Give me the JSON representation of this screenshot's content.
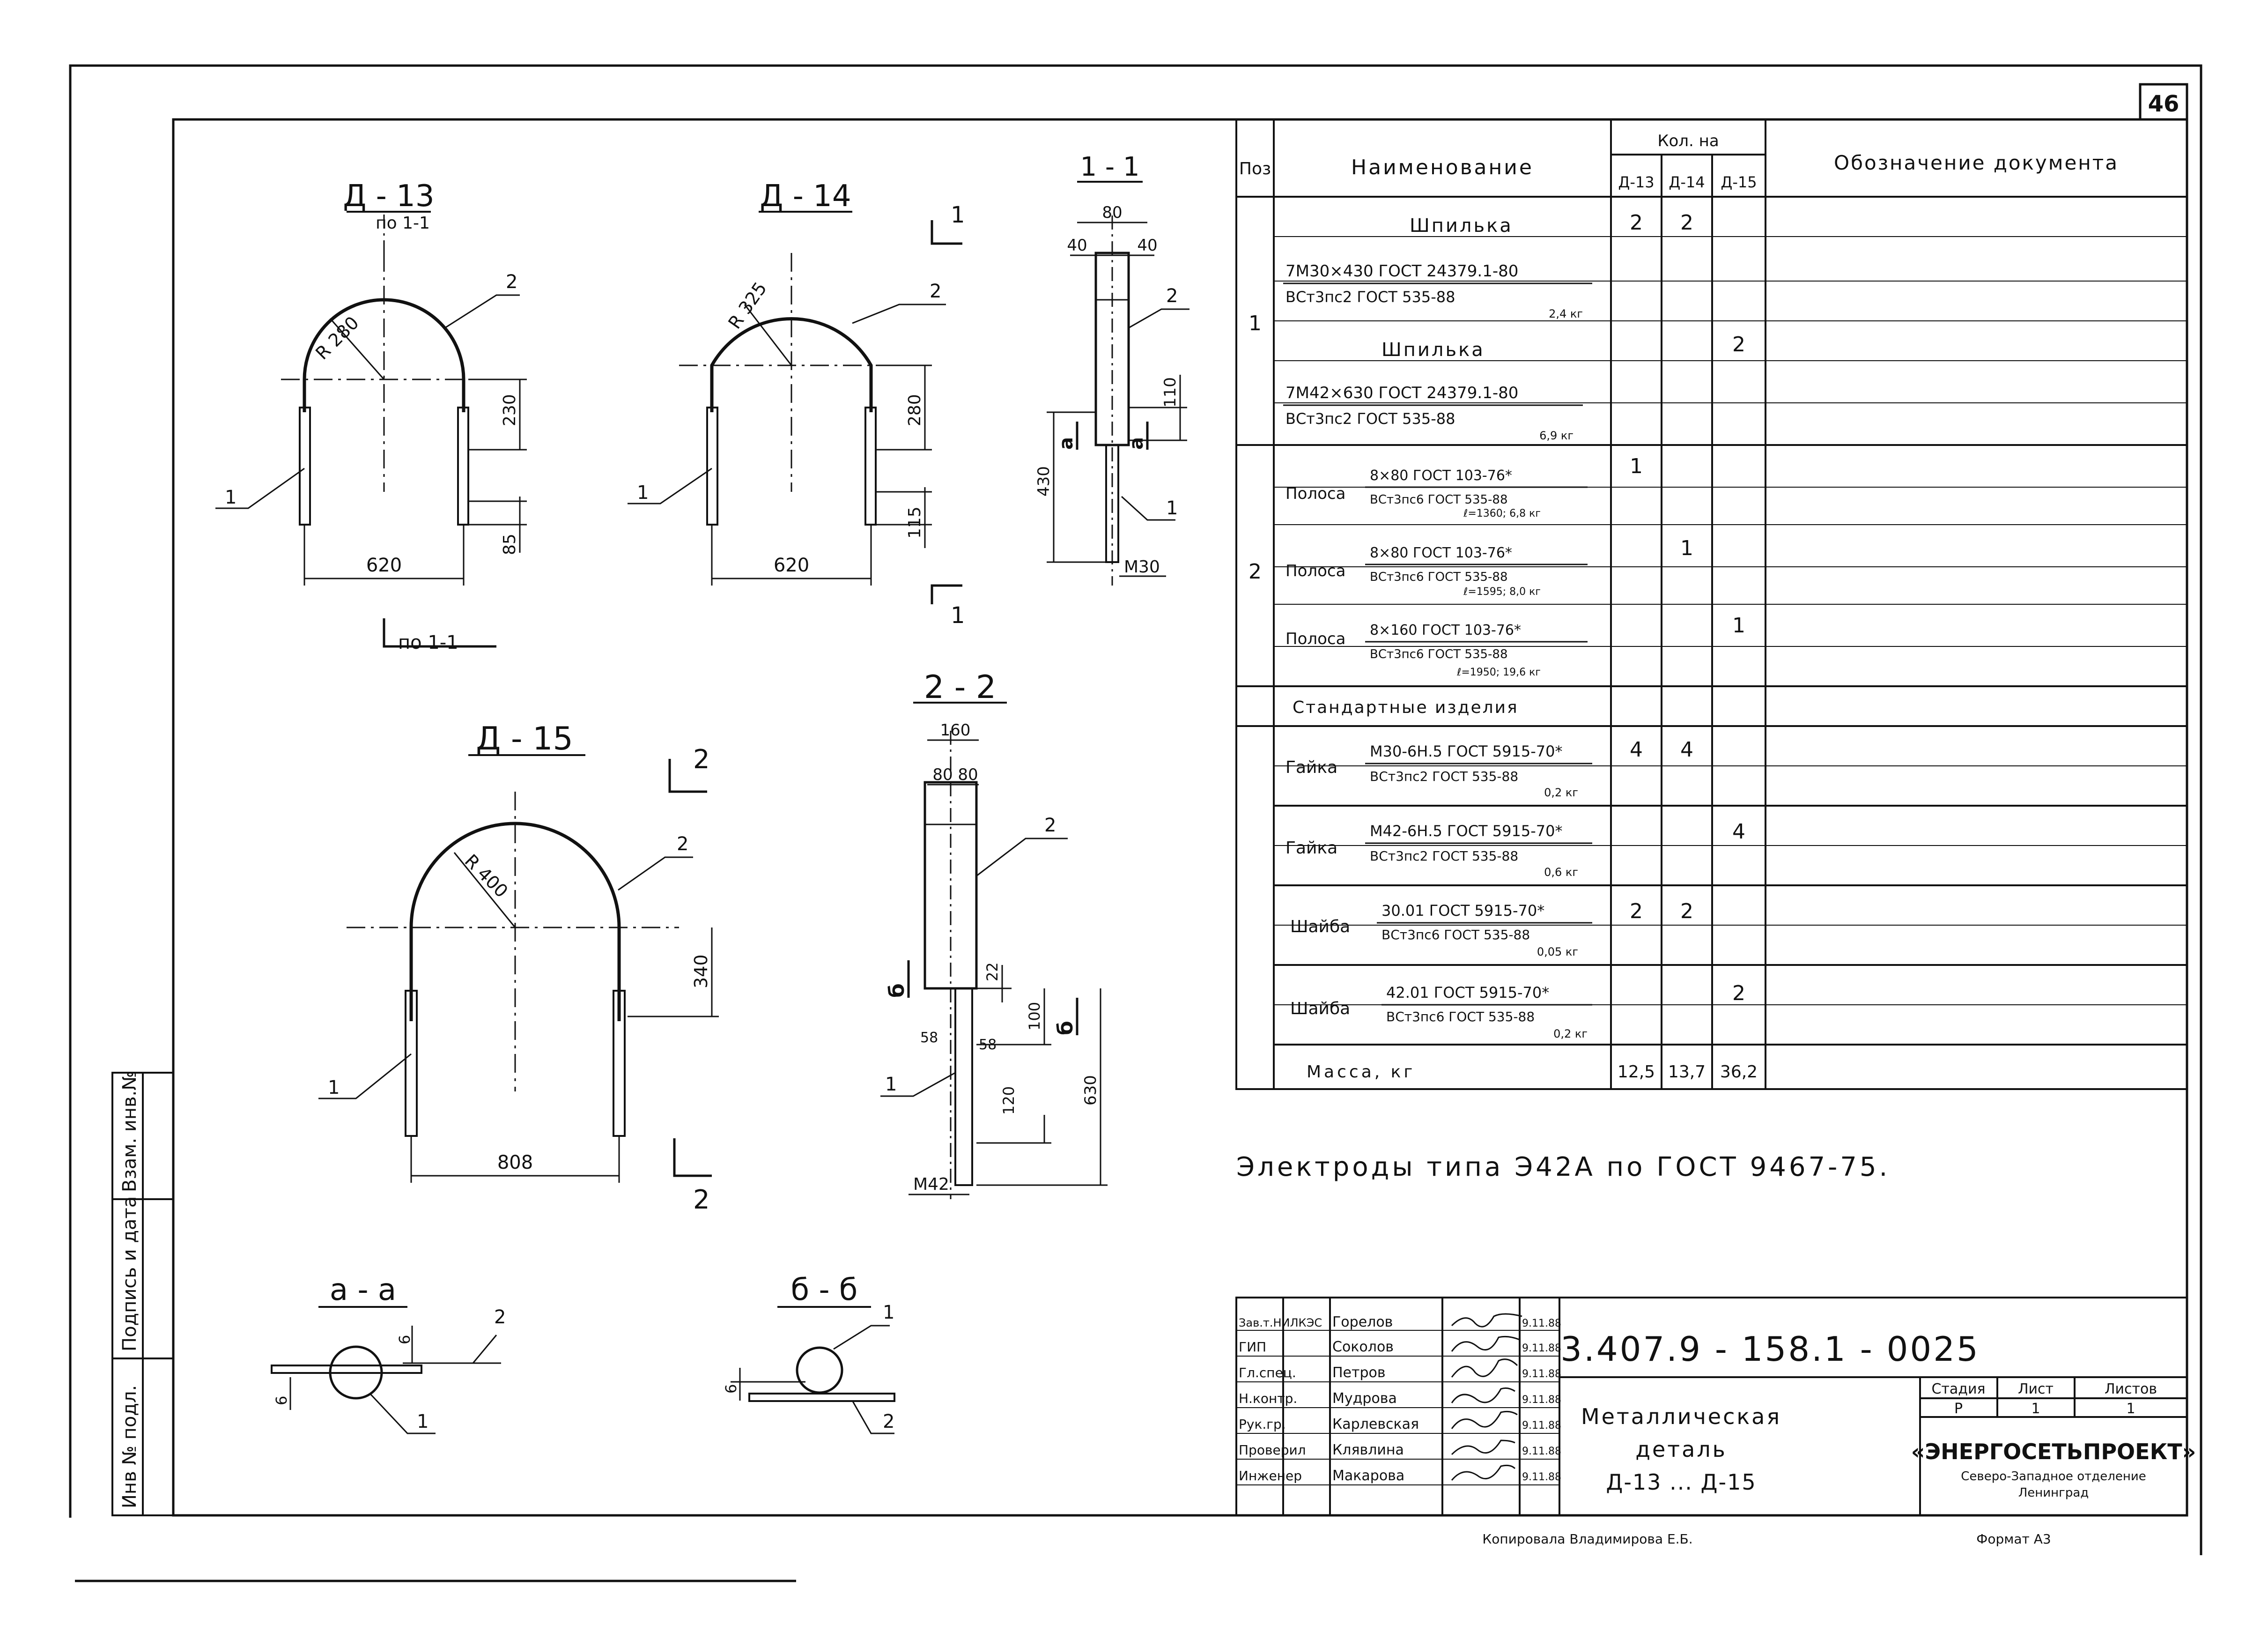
{
  "sheet": {
    "page_number": "46",
    "format": "Формат А3",
    "copied_by": "Копировала Владимирова Е.Б."
  },
  "side_stamp": [
    "Инв № подл.",
    "Подпись и дата",
    "Взам. инв.№"
  ],
  "drawings": {
    "d13": {
      "title": "Д - 13",
      "subtitle": "по 1-1",
      "section_label": "по 1-1",
      "radius": "R 280",
      "width": "620",
      "dim_a": "230",
      "dim_b": "85",
      "callout_1": "1",
      "callout_2": "2"
    },
    "d14": {
      "title": "Д - 14",
      "radius": "R 325",
      "width": "620",
      "dim_a": "280",
      "dim_b": "115",
      "section": "1",
      "callout_1": "1",
      "callout_2": "2"
    },
    "s11": {
      "title": "1 - 1",
      "top": "80",
      "left": "40",
      "right": "40",
      "h1": "110",
      "h2": "430",
      "thread": "М30",
      "marker": "а",
      "callout_1": "1",
      "callout_2": "2"
    },
    "d15": {
      "title": "Д - 15",
      "radius": "R 400",
      "width": "808",
      "dim_a": "340",
      "section": "2",
      "callout_1": "1",
      "callout_2": "2"
    },
    "s22": {
      "title": "2 - 2",
      "top": "160",
      "sub": "80 80",
      "d1": "22",
      "d2": "100",
      "d3": "120",
      "d4": "630",
      "w1": "58",
      "w2": "58",
      "thread": "М42",
      "marker": "б",
      "callout_1": "1",
      "callout_2": "2"
    },
    "saa": {
      "title": "а - а",
      "weld": "6",
      "callout_1": "1",
      "callout_2": "2"
    },
    "sbb": {
      "title": "б - б",
      "weld": "6",
      "callout_1": "1",
      "callout_2": "2"
    }
  },
  "spec": {
    "headers": {
      "pos": "Поз",
      "name": "Наименование",
      "qty": "Кол. на",
      "doc": "Обозначение документа"
    },
    "qty_cols": [
      "Д-13",
      "Д-14",
      "Д-15"
    ],
    "rows": [
      {
        "pos": "",
        "title": "Шпилька",
        "line1": "7М30×430 ГОСТ 24379.1-80",
        "line2": "ВСт3пс2 ГОСТ 535-88",
        "mass": "2,4 кг",
        "q": [
          "2",
          "2",
          ""
        ]
      },
      {
        "pos": "1",
        "title": "Шпилька",
        "line1": "7М42×630 ГОСТ 24379.1-80",
        "line2": "ВСт3пс2 ГОСТ 535-88",
        "mass": "6,9 кг",
        "q": [
          "",
          "",
          "2"
        ]
      },
      {
        "pos": "",
        "title": "Полоса",
        "line1": "8×80 ГОСТ 103-76*",
        "line2": "ВСт3пс6 ГОСТ 535-88",
        "mass": "ℓ=1360; 6,8 кг",
        "q": [
          "1",
          "",
          ""
        ]
      },
      {
        "pos": "2",
        "title": "Полоса",
        "line1": "8×80 ГОСТ 103-76*",
        "line2": "ВСт3пс6 ГОСТ 535-88",
        "mass": "ℓ=1595; 8,0 кг",
        "q": [
          "",
          "1",
          ""
        ]
      },
      {
        "pos": "",
        "title": "Полоса",
        "line1": "8×160 ГОСТ 103-76*",
        "line2": "ВСт3пс6 ГОСТ 535-88",
        "mass": "ℓ=1950; 19,6 кг",
        "q": [
          "",
          "",
          "1"
        ]
      },
      {
        "pos": "",
        "title": "Гайка",
        "line1": "М30-6Н.5 ГОСТ 5915-70*",
        "line2": "ВСт3пс2 ГОСТ 535-88",
        "mass": "0,2 кг",
        "q": [
          "4",
          "4",
          ""
        ]
      },
      {
        "pos": "",
        "title": "Гайка",
        "line1": "М42-6Н.5 ГОСТ 5915-70*",
        "line2": "ВСт3пс2 ГОСТ 535-88",
        "mass": "0,6 кг",
        "q": [
          "",
          "",
          "4"
        ]
      },
      {
        "pos": "",
        "title": "Шайба",
        "line1": "30.01 ГОСТ 5915-70*",
        "line2": "ВСт3пс6 ГОСТ 535-88",
        "mass": "0,05 кг",
        "q": [
          "2",
          "2",
          ""
        ]
      },
      {
        "pos": "",
        "title": "Шайба",
        "line1": "42.01 ГОСТ 5915-70*",
        "line2": "ВСт3пс6 ГОСТ 535-88",
        "mass": "0,2 кг",
        "q": [
          "",
          "",
          "2"
        ]
      }
    ],
    "standard_items": "Стандартные изделия",
    "mass_label": "Масса, кг",
    "mass_values": [
      "12,5",
      "13,7",
      "36,2"
    ]
  },
  "note": "Электроды типа Э42А по ГОСТ 9467-75.",
  "title_block": {
    "code": "3.407.9 - 158.1 - 0025",
    "title_lines": [
      "Металлическая",
      "деталь",
      "Д-13 ... Д-15"
    ],
    "stage_label": "Стадия",
    "sheet_label": "Лист",
    "sheets_label": "Листов",
    "stage": "Р",
    "sheet": "1",
    "sheets": "1",
    "org": "«ЭНЕРГОСЕТЬПРОЕКТ»",
    "org_sub1": "Северо-Западное отделение",
    "org_sub2": "Ленинград",
    "signers": [
      {
        "role": "Зав.т.НИЛКЭС",
        "name": "Горелов",
        "date": "9.11.88"
      },
      {
        "role": "ГИП",
        "name": "Соколов",
        "date": "9.11.88"
      },
      {
        "role": "Гл.спец.",
        "name": "Петров",
        "date": "9.11.88"
      },
      {
        "role": "Н.контр.",
        "name": "Мудрова",
        "date": "9.11.88"
      },
      {
        "role": "Рук.гр.",
        "name": "Карлевская",
        "date": "9.11.88"
      },
      {
        "role": "Проверил",
        "name": "Клявлина",
        "date": "9.11.88"
      },
      {
        "role": "Инженер",
        "name": "Макарова",
        "date": "9.11.88"
      }
    ]
  }
}
